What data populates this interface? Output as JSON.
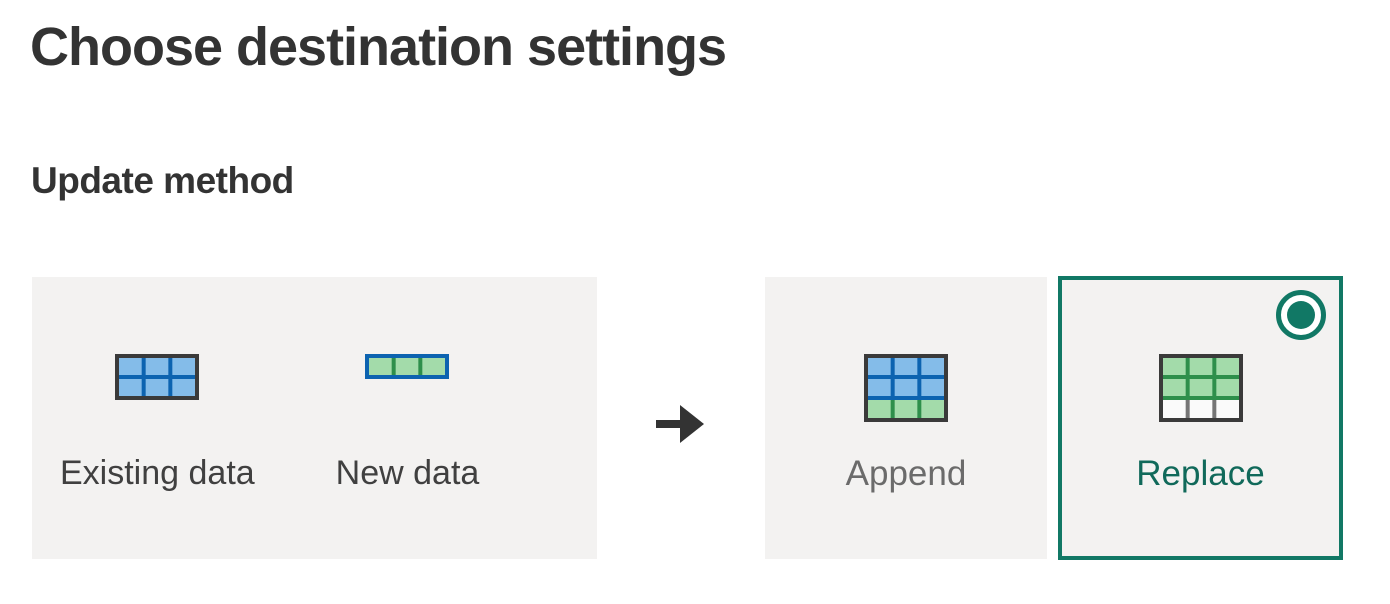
{
  "page": {
    "title": "Choose destination settings",
    "section_title": "Update method"
  },
  "legend": {
    "items": [
      {
        "label": "Existing data",
        "icon": "existing-data-table-icon"
      },
      {
        "label": "New data",
        "icon": "new-data-row-icon"
      }
    ]
  },
  "arrow": {
    "icon": "right-arrow-icon"
  },
  "options": [
    {
      "label": "Append",
      "icon": "append-table-icon",
      "selected": false
    },
    {
      "label": "Replace",
      "icon": "replace-table-icon",
      "selected": true
    }
  ],
  "colors": {
    "box_bg": "#f3f2f1",
    "icon_border_dark": "#3a3a3a",
    "blue_cell": "#84bce9",
    "blue_line": "#0c63b0",
    "green_cell": "#a3dbaa",
    "green_line": "#2e8f4b",
    "white_cell": "#fafafa",
    "gray_divider": "#757575",
    "accent_teal": "#117865",
    "replace_text": "#10695a",
    "title_color": "#333333",
    "label_color": "#404040",
    "muted_label": "#6b6b6b",
    "arrow_color": "#333333",
    "page_bg": "#ffffff"
  }
}
